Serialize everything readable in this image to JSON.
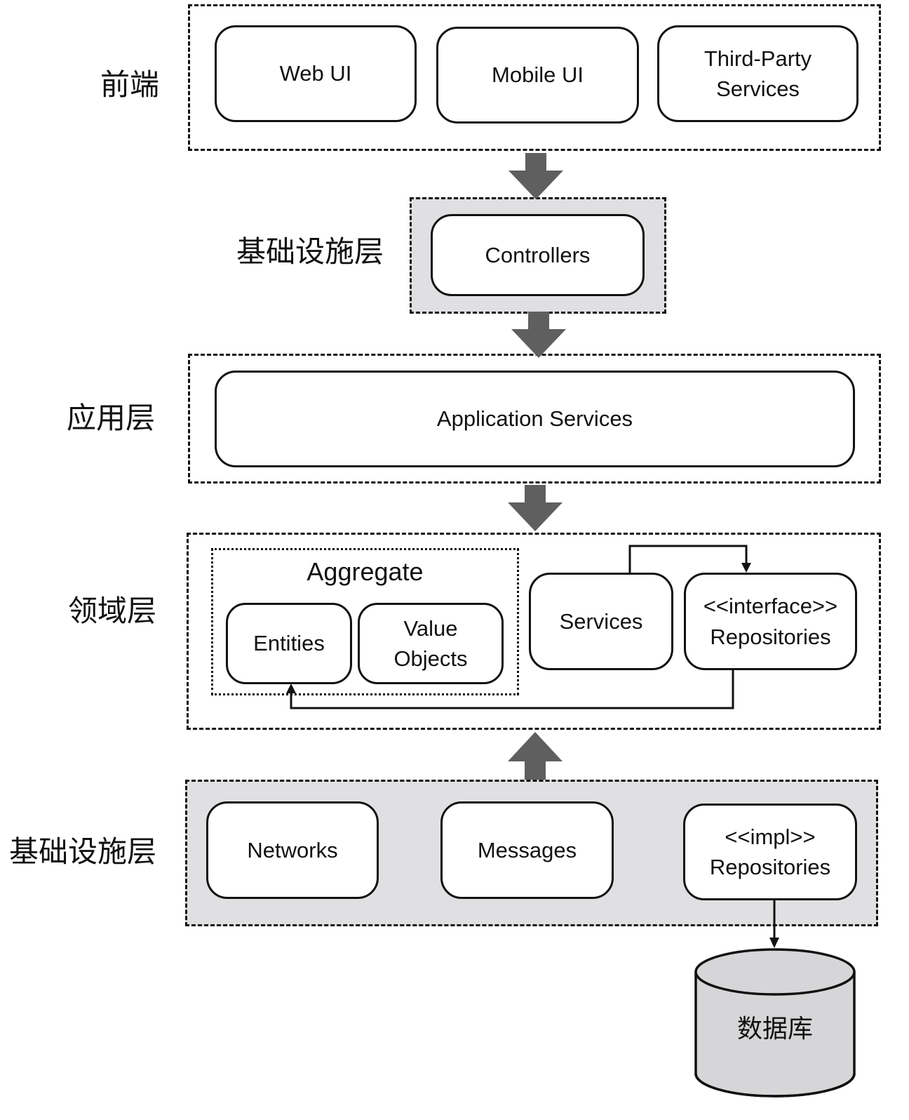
{
  "layers": {
    "frontend": {
      "label": "前端",
      "boxes": [
        "Web UI",
        "Mobile UI",
        "Third-Party\nServices"
      ]
    },
    "infrastructure_top": {
      "label": "基础设施层",
      "boxes": [
        "Controllers"
      ]
    },
    "application": {
      "label": "应用层",
      "boxes": [
        "Application Services"
      ]
    },
    "domain": {
      "label": "领域层",
      "aggregate": {
        "title": "Aggregate",
        "boxes": [
          "Entities",
          "Value\nObjects"
        ]
      },
      "boxes": [
        "Services",
        "<<interface>>\nRepositories"
      ]
    },
    "infrastructure_bottom": {
      "label": "基础设施层",
      "boxes": [
        "Networks",
        "Messages",
        "<<impl>>\nRepositories"
      ]
    }
  },
  "database": {
    "label": "数据库"
  },
  "colors": {
    "shaded_layer": "#e0e0e2",
    "flow_arrow": "#5f5f5f",
    "stroke": "#111111"
  }
}
